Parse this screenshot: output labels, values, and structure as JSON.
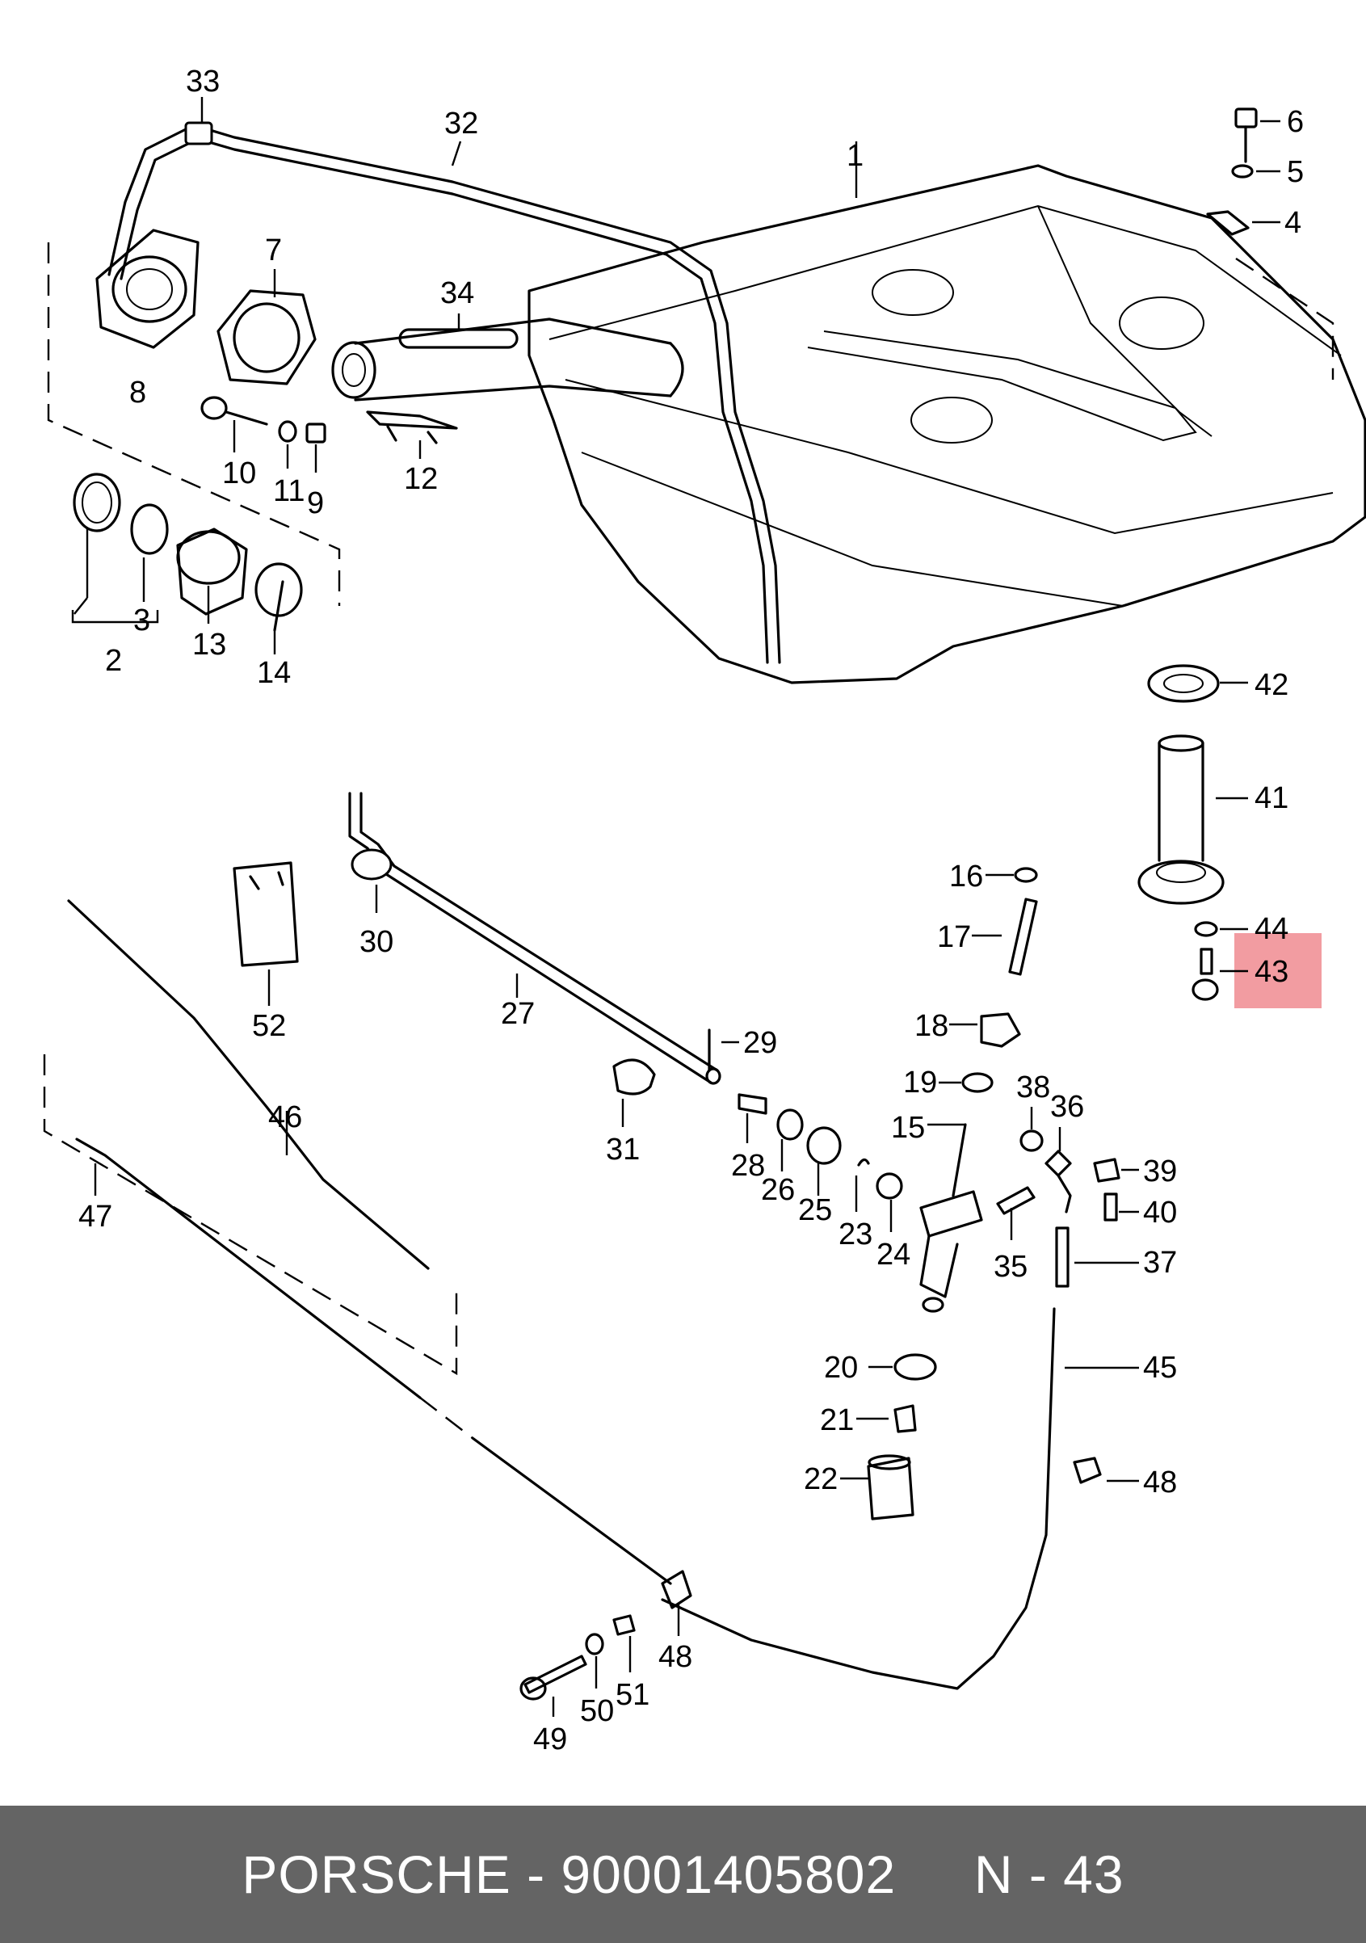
{
  "footer": {
    "text": "PORSCHE - 90001405802     N - 43"
  },
  "highlight": {
    "label": "43",
    "color": "#f08b90"
  },
  "callouts": {
    "c1": "1",
    "c2": "2",
    "c3": "3",
    "c4": "4",
    "c5": "5",
    "c6": "6",
    "c7": "7",
    "c8": "8",
    "c9": "9",
    "c10": "10",
    "c11": "11",
    "c12": "12",
    "c13": "13",
    "c14": "14",
    "c15": "15",
    "c16": "16",
    "c17": "17",
    "c18": "18",
    "c19": "19",
    "c20": "20",
    "c21": "21",
    "c22": "22",
    "c23": "23",
    "c24": "24",
    "c25": "25",
    "c26": "26",
    "c27": "27",
    "c28": "28",
    "c29": "29",
    "c30": "30",
    "c31": "31",
    "c32": "32",
    "c33": "33",
    "c34": "34",
    "c35": "35",
    "c36": "36",
    "c37": "37",
    "c38": "38",
    "c39": "39",
    "c40": "40",
    "c41": "41",
    "c42": "42",
    "c43": "43",
    "c44": "44",
    "c45": "45",
    "c46": "46",
    "c47": "47",
    "c48a": "48",
    "c48b": "48",
    "c49": "49",
    "c50": "50",
    "c51": "51",
    "c52": "52"
  }
}
